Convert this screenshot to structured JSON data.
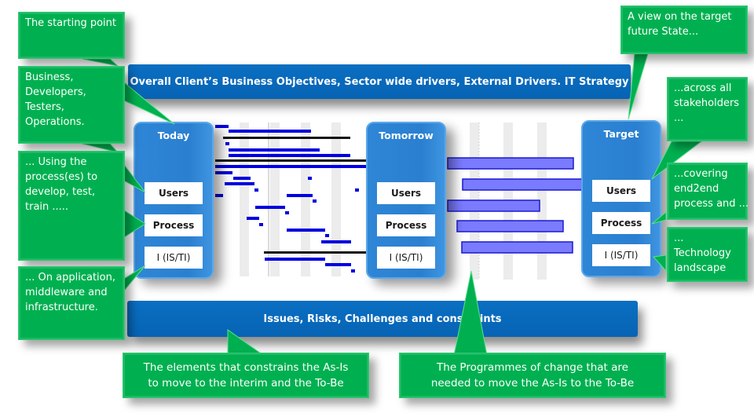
{
  "banners": {
    "top": "Overall Client’s Business Objectives, Sector wide drivers, External Drivers. IT Strategy",
    "bottom": "Issues, Risks, Challenges and constraints"
  },
  "stages": [
    {
      "title": "Today",
      "layers": [
        "Users",
        "Process",
        "I (IS/TI)"
      ]
    },
    {
      "title": "Tomorrow",
      "layers": [
        "Users",
        "Process",
        "I (IS/TI)"
      ]
    },
    {
      "title": "Target",
      "layers": [
        "Users",
        "Process",
        "I (IS/TI)"
      ]
    }
  ],
  "callouts": {
    "left": [
      "The starting point",
      "Business, Developers, Testers, Operations.",
      "... Using the process(es) to develop, test, train .....",
      "... On application, middleware and infrastructure."
    ],
    "right": [
      "A view on the target future State...",
      "...across all stakeholders ...",
      "...covering end2end process and ...",
      "... Technology landscape"
    ],
    "bottom": [
      "The elements that constrains the As-Is to move to the interim and the To-Be",
      "The Programmes of change that are needed to move the As-Is to the To-Be"
    ]
  },
  "colors": {
    "callout_green": "#00b050",
    "banner_blue": "#0a6fc2",
    "stage_blue": "#2f86d6",
    "gantt_bar": "#0000e0",
    "programme_bar": "#7b7bff"
  }
}
